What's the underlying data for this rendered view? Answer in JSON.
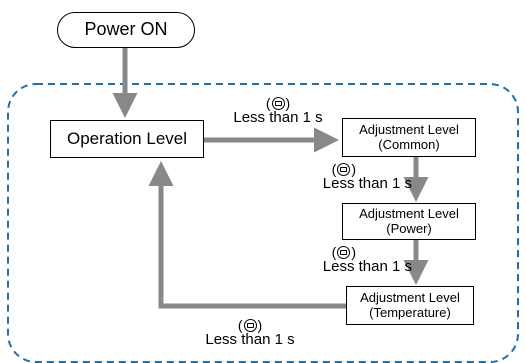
{
  "diagram": {
    "nodes": {
      "power_on": "Power ON",
      "operation_level": "Operation Level",
      "adjustment_common": [
        "Adjustment Level",
        "(Common)"
      ],
      "adjustment_power": [
        "Adjustment Level",
        "(Power)"
      ],
      "adjustment_temperature": [
        "Adjustment Level",
        "(Temperature)"
      ]
    },
    "transitions": [
      {
        "key_icon": "level-key-icon",
        "label": "Less than 1 s"
      },
      {
        "key_icon": "level-key-icon",
        "label": "Less than 1 s"
      },
      {
        "key_icon": "level-key-icon",
        "label": "Less than 1 s"
      },
      {
        "key_icon": "level-key-icon",
        "label": "Less than 1 s"
      }
    ],
    "colors": {
      "arrow": "#888888",
      "dashed_border": "#1f6fb5"
    }
  }
}
